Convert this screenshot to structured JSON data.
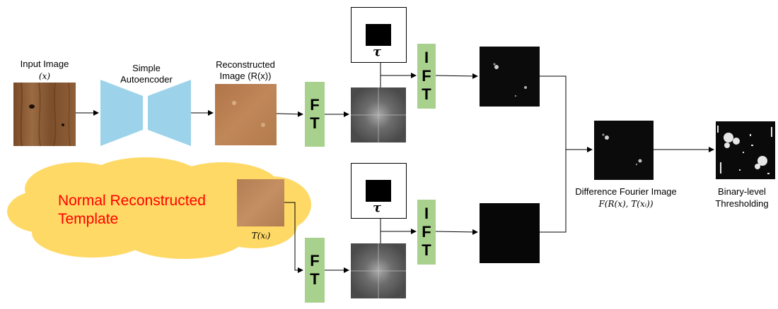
{
  "input": {
    "title": "Input Image",
    "symbol": "(x)"
  },
  "autoencoder": {
    "line1": "Simple",
    "line2": "Autoencoder"
  },
  "reconstructed": {
    "line1": "Reconstructed",
    "line2": "Image (R(x))"
  },
  "template": {
    "cloud_line1": "Normal Reconstructed",
    "cloud_line2": "Template",
    "symbol": "T(xᵢ)"
  },
  "ft": {
    "top_letter1": "F",
    "top_letter2": "T",
    "bottom_letter1": "F",
    "bottom_letter2": "T"
  },
  "ift": {
    "letter1": "I",
    "letter2": "F",
    "letter3": "T"
  },
  "mask": {
    "symbol": "τ"
  },
  "difference": {
    "line1": "Difference Fourier Image",
    "line2": "F(R(x), T(xᵢ))"
  },
  "threshold": {
    "line1": "Binary-level",
    "line2": "Thresholding"
  },
  "colors": {
    "autoencoder": "#9dd3ea",
    "ft_box": "#a9d18e",
    "cloud": "#ffd966",
    "cloud_text": "#ff0000",
    "wood_input": "#8a5a34",
    "wood_recon": "#b97b50"
  }
}
